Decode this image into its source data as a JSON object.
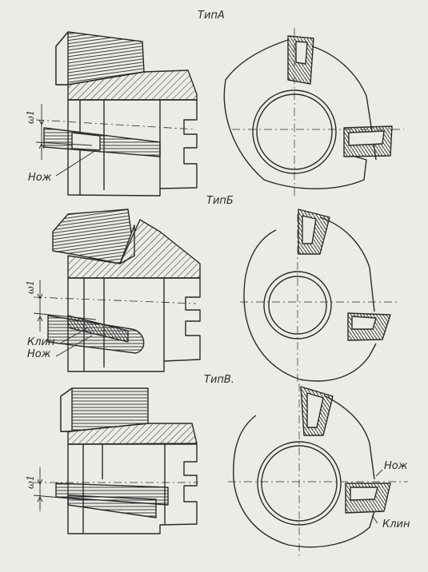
{
  "labels": {
    "type_a": "ТипА",
    "type_b": "ТипБ",
    "type_v": "ТипВ.",
    "omega": "ω1",
    "knife": "Нож",
    "wedge": "Клин"
  },
  "colors": {
    "paper": "#ecebe6",
    "ink": "#2a2a2a"
  }
}
